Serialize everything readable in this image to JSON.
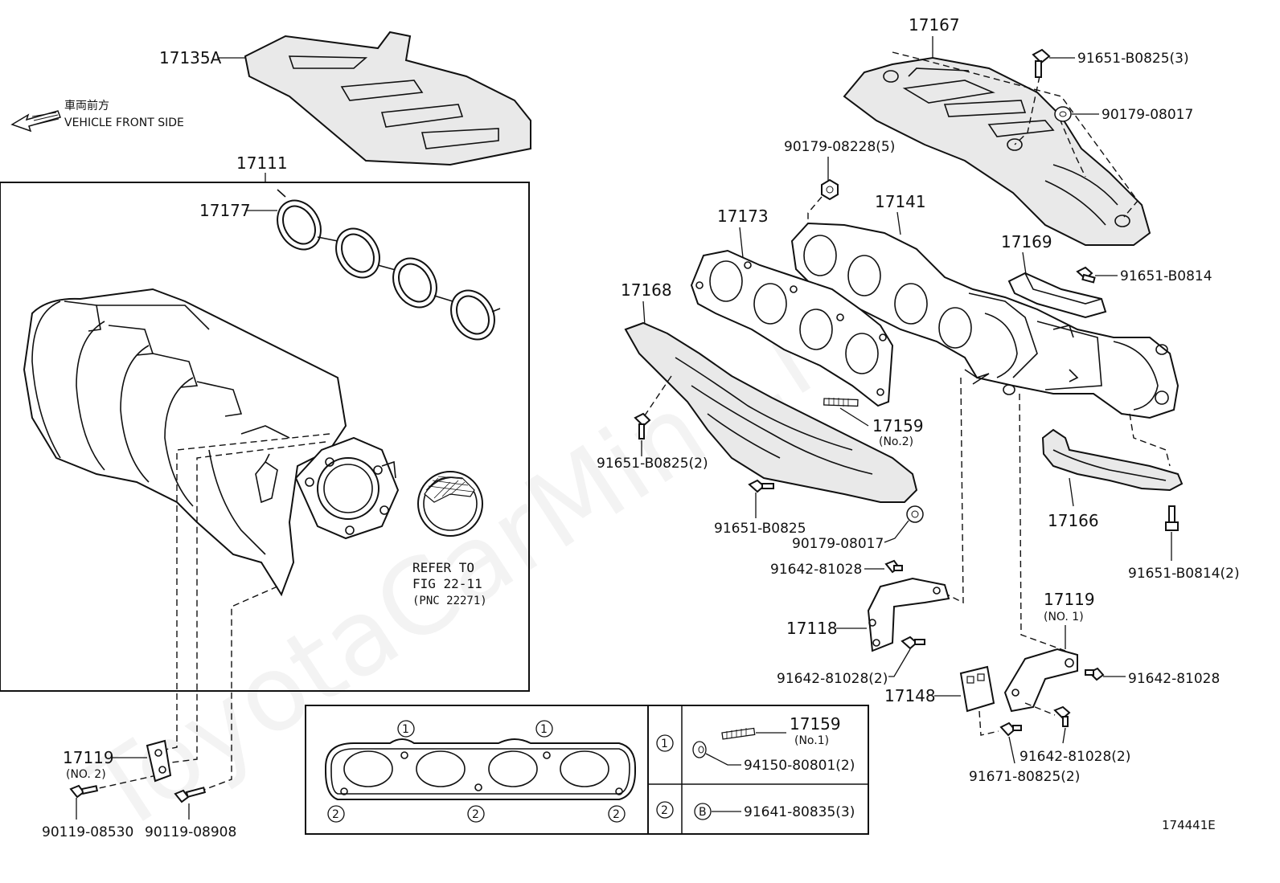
{
  "watermark": "ToyotaCarMine.ru",
  "vehicle_front": {
    "jp": "車両前方",
    "en": "VEHICLE FRONT SIDE"
  },
  "refer_note": {
    "line1": "REFER TO",
    "line2": "FIG 22-11",
    "line3": "(PNC 22271)"
  },
  "figure_id": "174441E",
  "labels": {
    "p17135A": "17135A",
    "p17111": "17111",
    "p17177": "17177",
    "p17167": "17167",
    "b91651_B0825_3": "91651-B0825(3)",
    "n90179_08017_a": "90179-08017",
    "n90179_08228_5": "90179-08228(5)",
    "p17141": "17141",
    "p17173": "17173",
    "p17169": "17169",
    "b91651_B0814": "91651-B0814",
    "p17168": "17168",
    "p17159_no2": "17159",
    "p17159_no2_sub": "(No.2)",
    "b91651_B0825_2": "91651-B0825(2)",
    "b91651_B0825": "91651-B0825",
    "n90179_08017_b": "90179-08017",
    "p17166": "17166",
    "b91651_B0814_2": "91651-B0814(2)",
    "b91642_81028_a": "91642-81028",
    "p17118": "17118",
    "b91642_81028_2a": "91642-81028(2)",
    "p17119_no1": "17119",
    "p17119_no1_sub": "(NO. 1)",
    "b91642_81028_b": "91642-81028",
    "p17148": "17148",
    "b91642_81028_2b": "91642-81028(2)",
    "b91671_80825_2": "91671-80825(2)",
    "p17119_no2": "17119",
    "p17119_no2_sub": "(NO. 2)",
    "b90119_08530": "90119-08530",
    "b90119_08908": "90119-08908"
  },
  "legend_box": {
    "marker1": "1",
    "marker2": "2",
    "row1_part": "17159",
    "row1_part_sub": "(No.1)",
    "row1_nut": "94150-80801(2)",
    "row2_symbol": "B",
    "row2_bolt": "91641-80835(3)"
  }
}
